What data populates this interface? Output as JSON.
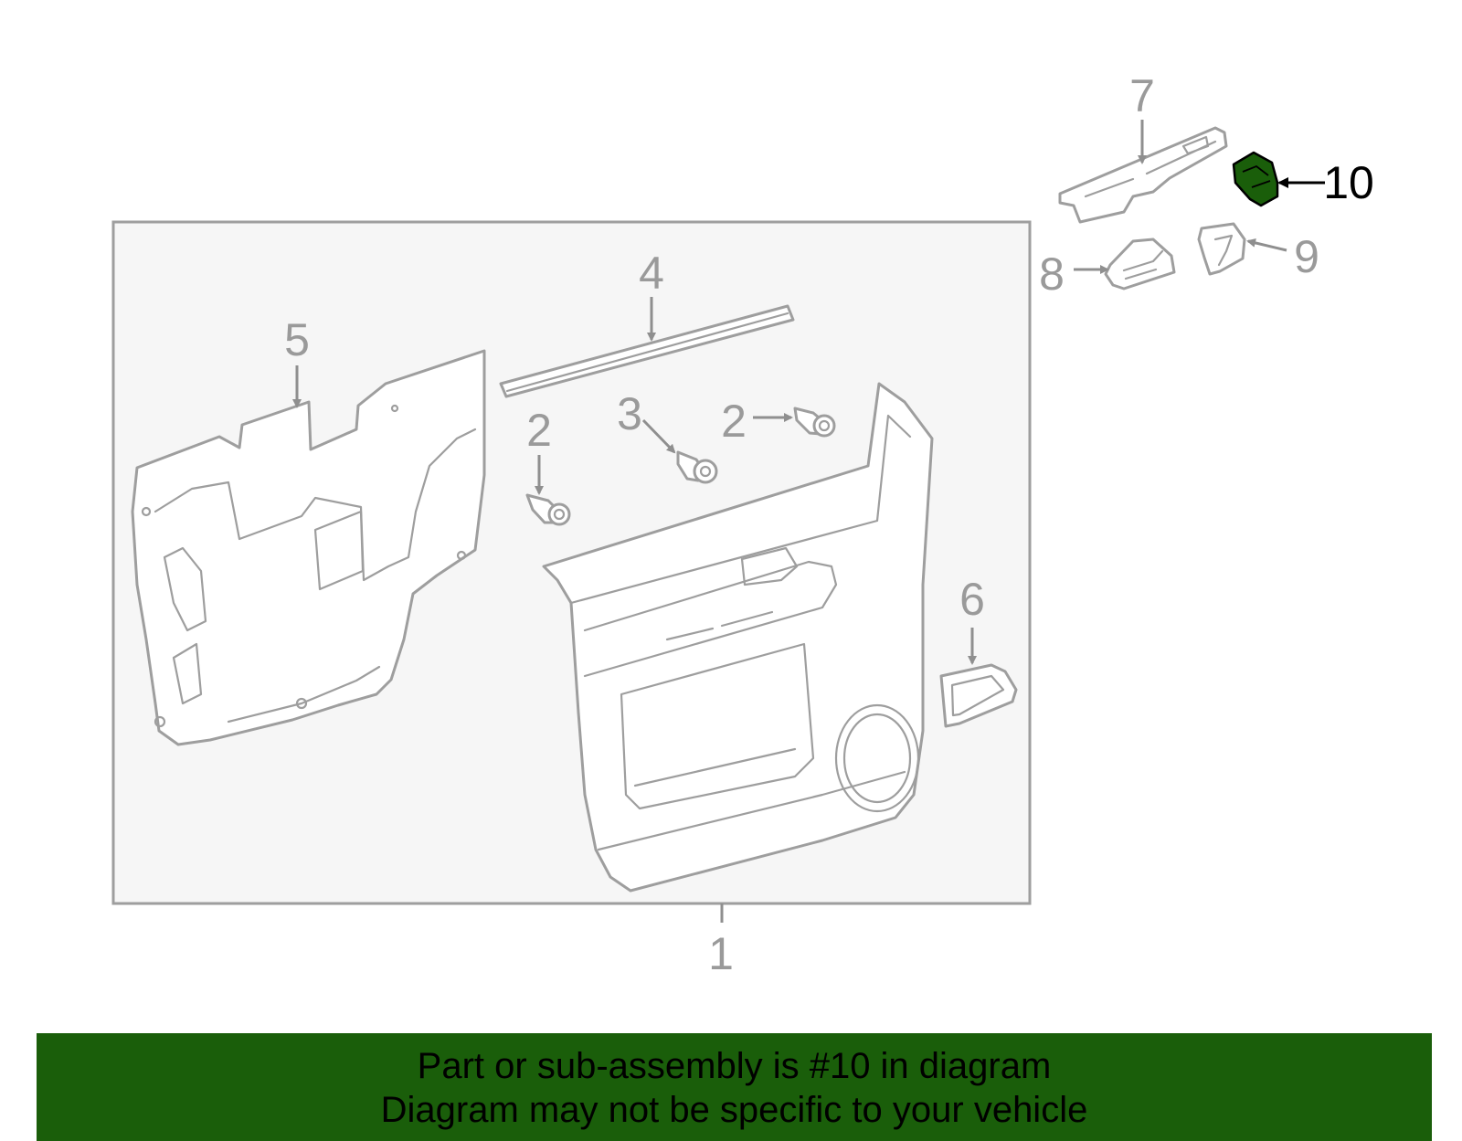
{
  "callouts": [
    {
      "id": "1",
      "label": "1"
    },
    {
      "id": "2a",
      "label": "2"
    },
    {
      "id": "2b",
      "label": "2"
    },
    {
      "id": "3",
      "label": "3"
    },
    {
      "id": "4",
      "label": "4"
    },
    {
      "id": "5",
      "label": "5"
    },
    {
      "id": "6",
      "label": "6"
    },
    {
      "id": "7",
      "label": "7"
    },
    {
      "id": "8",
      "label": "8"
    },
    {
      "id": "9",
      "label": "9"
    },
    {
      "id": "10",
      "label": "10"
    }
  ],
  "highlighted_part": "10",
  "highlight_color": "#1a5e0a",
  "banner": {
    "line1": "Part or sub-assembly is #10 in diagram",
    "line2": "Diagram may not be specific to your vehicle",
    "background": "#1a5e0a"
  }
}
